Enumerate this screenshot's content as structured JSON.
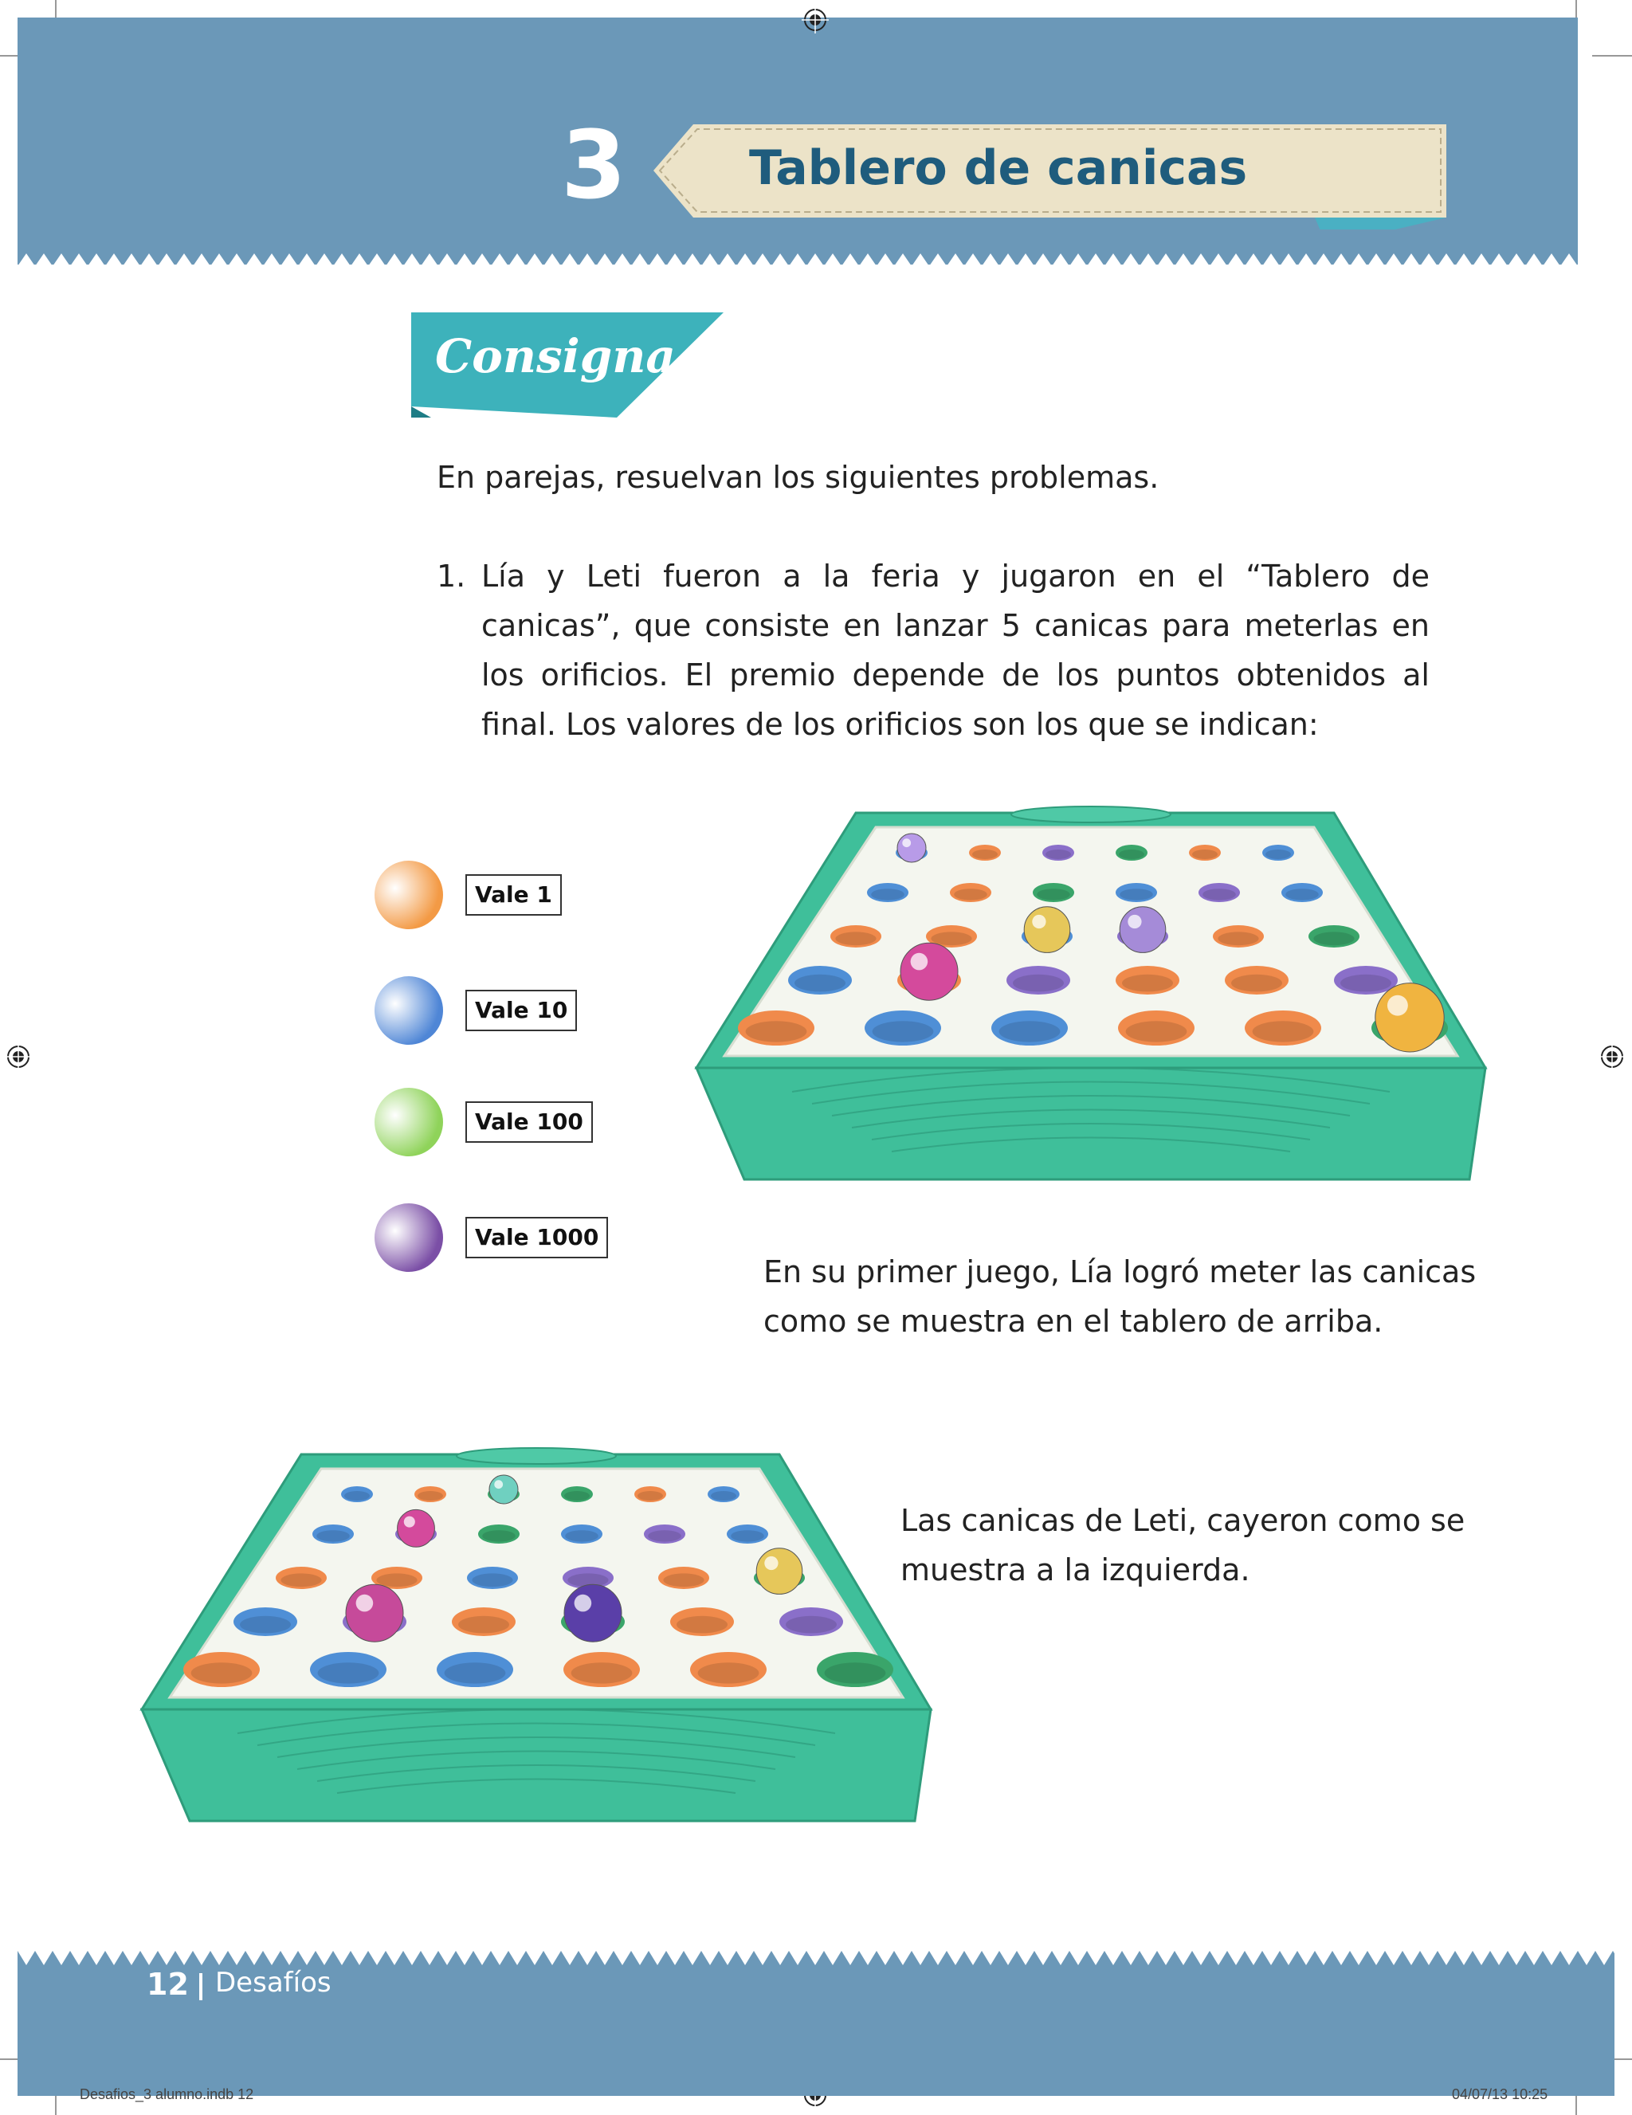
{
  "header": {
    "lesson_number": "3",
    "title": "Tablero de canicas"
  },
  "section_label": "Consigna",
  "intro": "En parejas, resuelvan los siguientes problemas.",
  "problem": {
    "number": "1.",
    "text": "Lía y Leti fueron a la feria y jugaron en el “Tablero de canicas”, que consiste en lanzar 5 canicas para meterlas en los orificios. El premio depende de los puntos obtenidos al final. Los valores de los orificios son los que se indican:"
  },
  "legend": [
    {
      "label": "Vale 1",
      "color": "#f39a45"
    },
    {
      "label": "Vale 10",
      "color": "#4f86d6"
    },
    {
      "label": "Vale 100",
      "color": "#8fd35a"
    },
    {
      "label": "Vale 1000",
      "color": "#7b4fa6"
    }
  ],
  "para1": "En su primer juego, Lía logró meter las canicas como se muestra en el tablero de arriba.",
  "para2": "Las canicas de Leti, cayeron como se muestra a la izquierda.",
  "footer": {
    "page_number": "12",
    "label": "Desafíos"
  },
  "print_info": {
    "file": "Desafios_3 alumno.indb   12",
    "date": "04/07/13   10:25"
  },
  "colors": {
    "band": "#6b98b8",
    "teal": "#3db8b0",
    "board": "#3fbf9a",
    "title_text": "#1f5c7d",
    "hole_orange": "#f08a4b",
    "hole_blue": "#4f8fd6",
    "hole_green": "#3aa56a",
    "hole_purple": "#8a6fc9"
  }
}
